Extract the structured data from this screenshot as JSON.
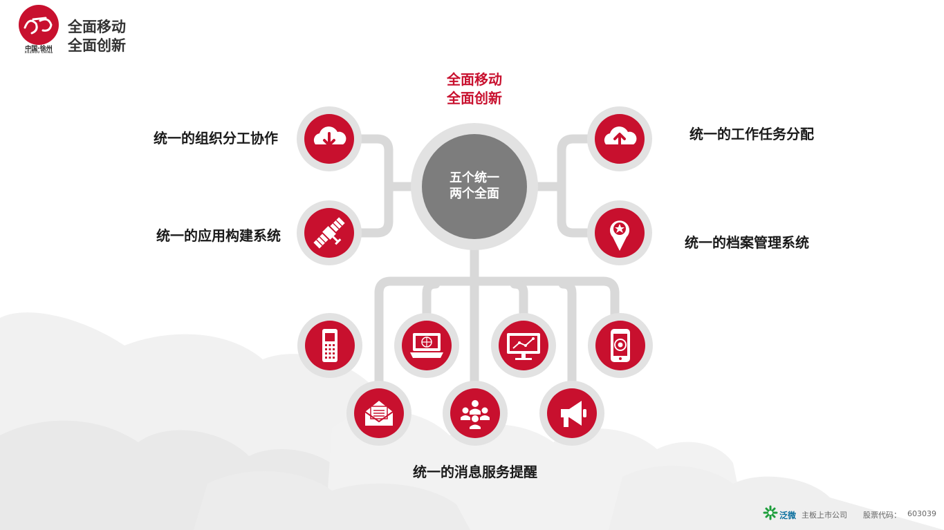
{
  "header": {
    "logo_line1": "全面移动",
    "logo_line2": "全面创新",
    "logo_sub": "中国·徐州",
    "logo_sub_en": "XUZHOU CHINA"
  },
  "center": {
    "title_line1": "全面移动",
    "title_line2": "全面创新",
    "hub_line1": "五个统一",
    "hub_line2": "两个全面"
  },
  "labels": {
    "org": "统一的组织分工协作",
    "app": "统一的应用构建系统",
    "task": "统一的工作任务分配",
    "archive": "统一的档案管理系统",
    "message": "统一的消息服务提醒"
  },
  "icons": [
    "cloud-download-icon",
    "satellite-icon",
    "cloud-upload-icon",
    "map-pin-star-icon",
    "mobile-phone-icon",
    "laptop-globe-icon",
    "monitor-chart-icon",
    "smartphone-target-icon",
    "envelope-icon",
    "people-group-icon",
    "megaphone-icon"
  ],
  "footer": {
    "brand": "泛微",
    "company_type": "主板上市公司",
    "stock_code_label": "股票代码：",
    "stock_code": "603039"
  },
  "colors": {
    "accent_red": "#c8102e",
    "hub_gray": "#7d7d7d",
    "ring_gray": "#e2e2e2",
    "cloud_gray": "#eeeeee"
  }
}
